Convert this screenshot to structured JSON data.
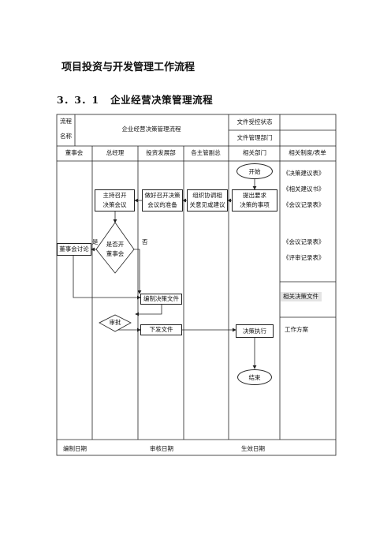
{
  "doc": {
    "title": "项目投资与开发管理工作流程",
    "section_number": "3．3．1",
    "section_title": "企业经营决策管理流程"
  },
  "header": {
    "label_process": "流程",
    "label_name": "名称",
    "process_name": "企业经营决策管理流程",
    "doc_status_label": "文件受控状态",
    "doc_dept_label": "文件管理部门"
  },
  "columns": [
    "董事会",
    "总经理",
    "投资发展部",
    "各主管副总",
    "相关部门",
    "相关制度/表单"
  ],
  "flow": {
    "start": "开始",
    "host_meeting": [
      "主持召开",
      "决策会议"
    ],
    "prepare_meeting": [
      "做好召开决策",
      "会议的准备"
    ],
    "organize_review": [
      "组织协调相",
      "关意见或建议"
    ],
    "raise_request": [
      "提出要求",
      "决策的事项"
    ],
    "decision_q": [
      "是否开",
      "董事会"
    ],
    "yes_label": "是",
    "no_label": "否",
    "board_discussion": "董事会讨论",
    "compile_docs": "编制决策文件",
    "approve": "审批",
    "issue_docs": "下发文件",
    "execute": "决策执行",
    "end": "结束"
  },
  "forms": {
    "group1": [
      "《决策建议表》",
      "《相关建议书》",
      "《会议记录表》"
    ],
    "group2": [
      "《会议记录表》",
      "《评审记录表》"
    ],
    "related_docs": "相关决策文件",
    "work_plan": "工作方案"
  },
  "footer": {
    "compiled_date": "编制日期",
    "review_date": "审核日期",
    "effective_date": "生效日期"
  }
}
